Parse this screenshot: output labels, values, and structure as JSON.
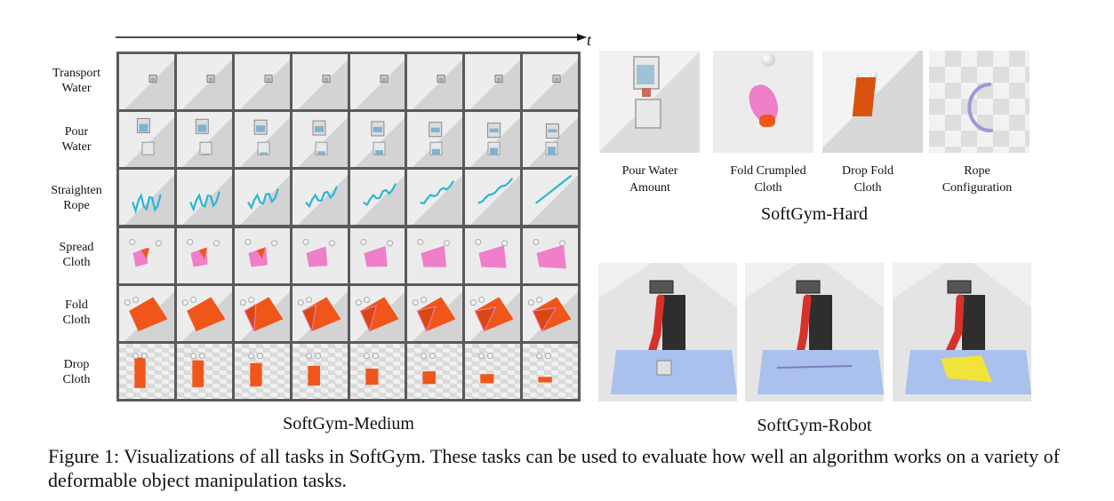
{
  "time_axis": {
    "label": "t"
  },
  "medium": {
    "title": "SoftGym-Medium",
    "rows": [
      {
        "key": "transport-water",
        "label_line1": "Transport",
        "label_line2": "Water"
      },
      {
        "key": "pour-water",
        "label_line1": "Pour",
        "label_line2": "Water"
      },
      {
        "key": "straighten-rope",
        "label_line1": "Straighten",
        "label_line2": "Rope"
      },
      {
        "key": "spread-cloth",
        "label_line1": "Spread",
        "label_line2": "Cloth"
      },
      {
        "key": "fold-cloth",
        "label_line1": "Fold",
        "label_line2": "Cloth"
      },
      {
        "key": "drop-cloth",
        "label_line1": "Drop",
        "label_line2": "Cloth"
      }
    ]
  },
  "hard": {
    "title": "SoftGym-Hard",
    "tasks": [
      {
        "key": "pour-water-amount",
        "label_line1": "Pour Water",
        "label_line2": "Amount"
      },
      {
        "key": "fold-crumpled-cloth",
        "label_line1": "Fold Crumpled",
        "label_line2": "Cloth"
      },
      {
        "key": "drop-fold-cloth",
        "label_line1": "Drop Fold",
        "label_line2": "Cloth"
      },
      {
        "key": "rope-configuration",
        "label_line1": "Rope",
        "label_line2": "Configuration"
      }
    ]
  },
  "robot": {
    "title": "SoftGym-Robot"
  },
  "caption": "Figure 1: Visualizations of all tasks in SoftGym. These tasks can be used to evaluate how well an algorithm works on a variety of deformable object manipulation tasks.",
  "colors": {
    "cloth_orange": "#f0561a",
    "cloth_pink": "#ee7fc8",
    "rope_cyan": "#29b7d6",
    "rope_violet": "#9a9ad8",
    "table_blue": "#a9c1ec",
    "robot_red": "#d8312a"
  }
}
